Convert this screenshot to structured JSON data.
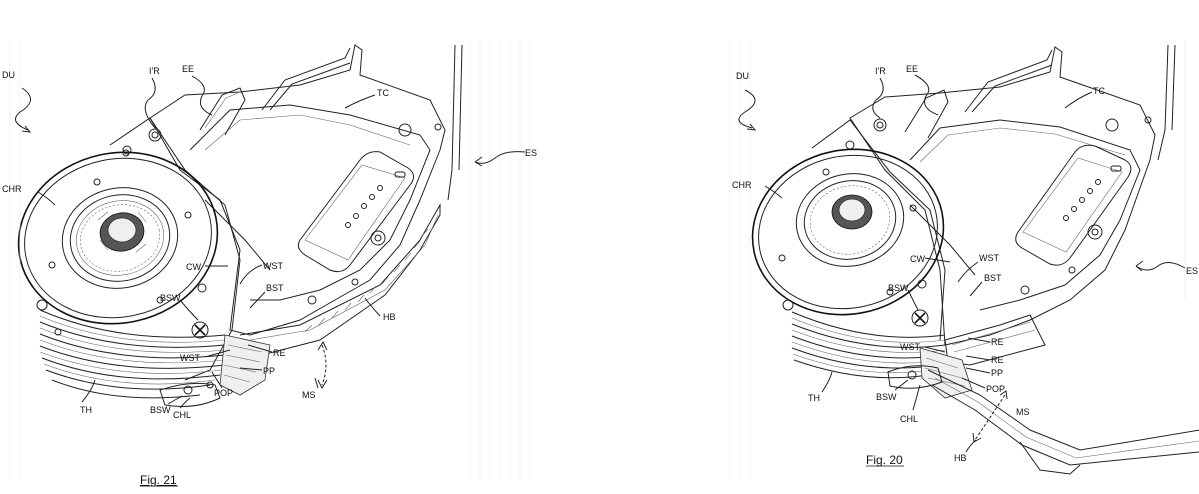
{
  "figures": [
    {
      "caption": "Fig. 21",
      "labels": {
        "du": "DU",
        "ir": "I'R",
        "ee": "EE",
        "tc": "TC",
        "es": "ES",
        "chr": "CHR",
        "cw": "CW",
        "wst_top": "WST",
        "bst": "BST",
        "bsw_top": "BSW",
        "hb": "HB",
        "wst_bottom": "WST",
        "re": "RE",
        "pp": "PP",
        "ms": "MS",
        "th": "TH",
        "bsw_bottom": "BSW",
        "pop": "POP",
        "chl": "CHL"
      }
    },
    {
      "caption": "Fig. 20",
      "labels": {
        "du": "DU",
        "ir": "I'R",
        "ee": "EE",
        "tc": "TC",
        "es": "ES",
        "chr": "CHR",
        "cw": "CW",
        "wst_top": "WST",
        "bst": "BST",
        "bsw_top": "BSW",
        "wst_bottom": "WST",
        "re1": "RE",
        "re2": "RE",
        "pp": "PP",
        "pop": "POP",
        "ms": "MS",
        "th": "TH",
        "bsw_bottom": "BSW",
        "chl": "CHL",
        "hb": "HB"
      }
    }
  ],
  "colors": {
    "line": "#222222",
    "background": "#ffffff",
    "shade": "#efefef"
  }
}
